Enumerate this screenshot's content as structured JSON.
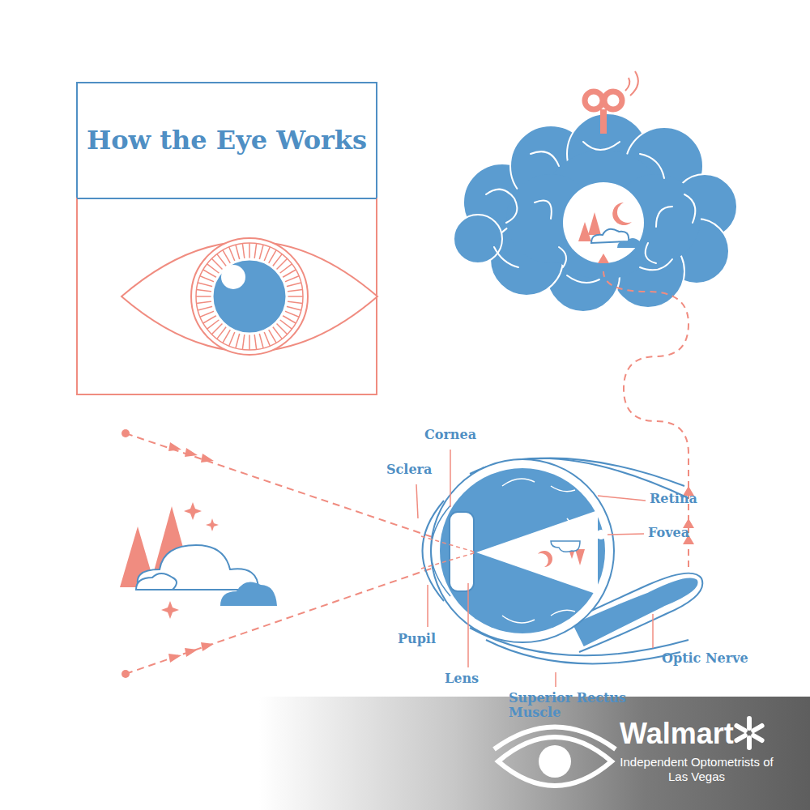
{
  "diagram": {
    "title": "How the Eye Works",
    "labels": [
      "Cornea",
      "Sclera",
      "Retina",
      "Fovea",
      "Pupil",
      "Lens",
      "Optic Nerve",
      "Superior Rectus Muscle",
      "Walmart",
      "Independent Optometrists of Las Vegas"
    ]
  }
}
